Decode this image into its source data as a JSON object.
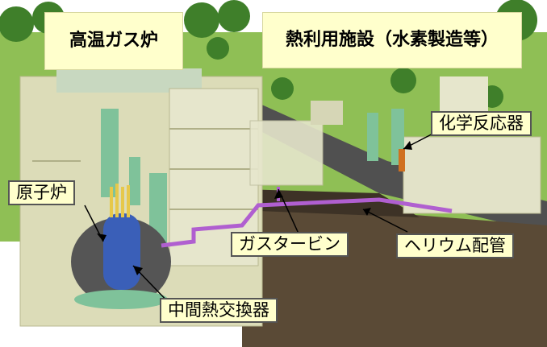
{
  "labels": {
    "htgr": "高温ガス炉",
    "heat_facility": "熱利用施設（水素製造等）",
    "chemical_reactor": "化学反応器",
    "reactor": "原子炉",
    "gas_turbine": "ガスタービン",
    "helium_piping": "ヘリウム配管",
    "ihx": "中間熱交換器"
  },
  "colors": {
    "lawn": "#8fbf55",
    "trees": "#3f7f2a",
    "building": "#dcdcb8",
    "piping": "#b05fd0",
    "vessel": "#3a5fb8",
    "label_bg": "#ffffcc"
  }
}
